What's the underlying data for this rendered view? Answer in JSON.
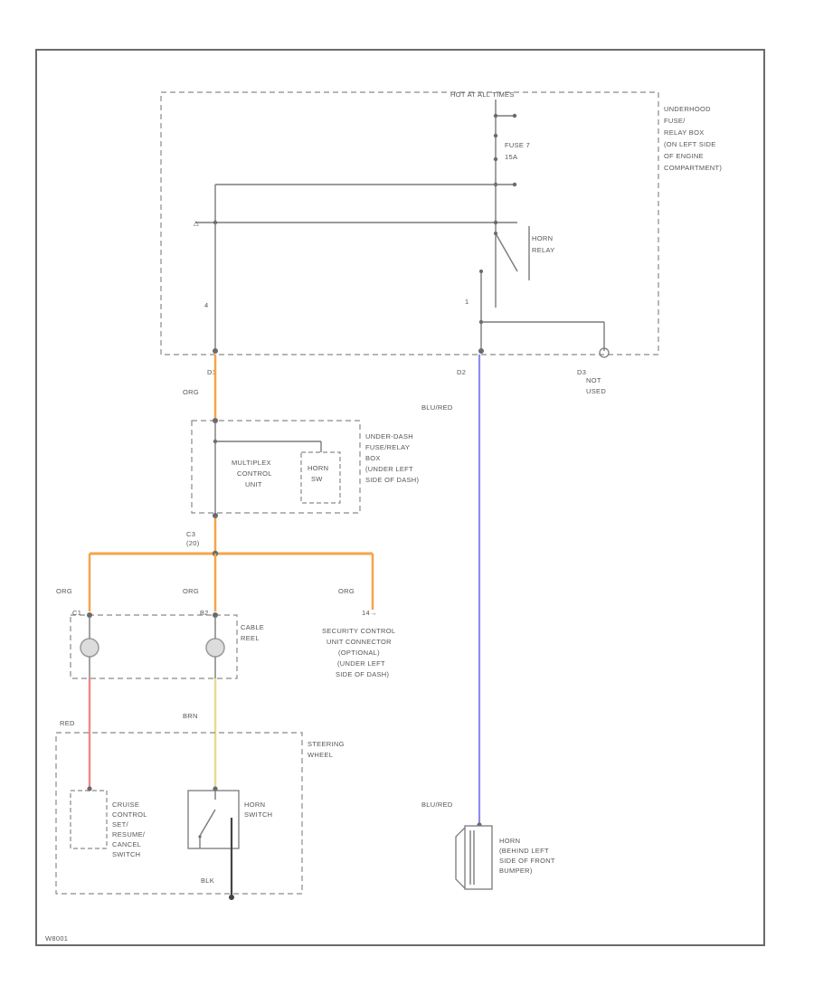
{
  "colors": {
    "frame": "#6b6b6b",
    "wire": "#7a7a7a",
    "orange": "#f5a54a",
    "blue_red": "#8c8cf0",
    "red": "#f08a8a",
    "yellow": "#e6dc90",
    "ground": "#444444"
  },
  "underhood_box": {
    "header": "HOT AT ALL TIMES",
    "title": [
      "UNDERHOOD",
      "FUSE/",
      "RELAY BOX",
      "(ON LEFT SIDE",
      "OF ENGINE",
      "COMPARTMENT)"
    ],
    "fuse_label": [
      "FUSE 7",
      "15A"
    ],
    "relay_label": [
      "HORN",
      "RELAY"
    ],
    "pin_left": "4",
    "pin_right": "1",
    "connectors": [
      "D1",
      "D2",
      "D3"
    ],
    "not_used": [
      "NOT",
      "USED"
    ]
  },
  "underdash_box": {
    "title": [
      "UNDER-DASH",
      "FUSE/RELAY",
      "BOX",
      "(UNDER LEFT",
      "SIDE OF DASH)"
    ],
    "mcu_label": [
      "MULTIPLEX",
      "CONTROL",
      "UNIT"
    ],
    "horn_sw_label": [
      "HORN",
      "SW"
    ],
    "splice": [
      "C3",
      "(20)"
    ]
  },
  "wires": {
    "orn_top": "ORG",
    "orn_left": "ORG",
    "orn_mid": "ORG",
    "orn_right": "ORG",
    "blu_red_top": "BLU/RED",
    "blu_red_bottom": "BLU/RED",
    "red": "RED",
    "brn": "BRN"
  },
  "cable_reel": {
    "label": [
      "CABLE",
      "REEL"
    ],
    "pin_left": "C1",
    "pin_mid": "B2"
  },
  "security": {
    "pin": "14",
    "label": [
      "SECURITY CONTROL",
      "UNIT CONNECTOR",
      "(OPTIONAL)",
      "(UNDER LEFT",
      "SIDE OF DASH)"
    ]
  },
  "steering": {
    "label": [
      "STEERING",
      "WHEEL"
    ],
    "cruise_label": [
      "CRUISE",
      "CONTROL",
      "SET/",
      "RESUME/",
      "CANCEL",
      "SWITCH"
    ],
    "horn_switch_label": [
      "HORN",
      "SWITCH"
    ],
    "ground_label": "BLK"
  },
  "horn": {
    "label": [
      "HORN",
      "(BEHIND LEFT",
      "SIDE OF FRONT",
      "BUMPER)"
    ]
  },
  "footer_code": "W8001"
}
